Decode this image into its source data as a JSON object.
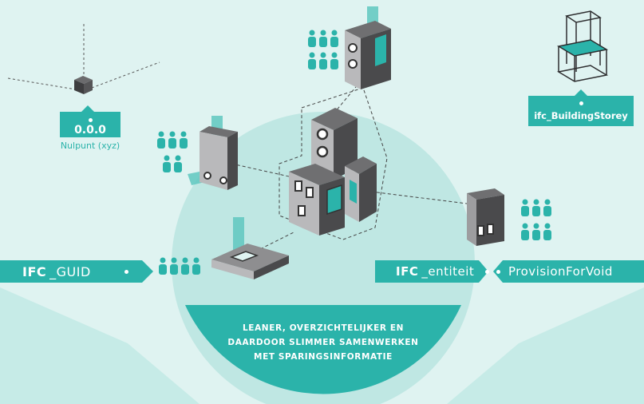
{
  "origin": {
    "code": "0.0.0",
    "caption": "Nulpunt (xyz)"
  },
  "storey": {
    "label": "ifc_BuildingStorey"
  },
  "guid_tag": {
    "bold": "IFC",
    "rest": "_GUID"
  },
  "entity_tag": {
    "bold": "IFC",
    "rest": "_entiteit"
  },
  "void_tag": {
    "text": "ProvisionForVoid"
  },
  "center_caption": {
    "line1": "LEANER, OVERZICHTELIJKER EN",
    "line2": "DAARDOOR SLIMMER SAMENWERKEN",
    "line3": "MET SPARINGSINFORMATIE"
  },
  "colors": {
    "teal": "#2bb3aa",
    "light_bg": "#dff3f1",
    "circle": "#bfe7e3",
    "dark": "#3d3d3f"
  }
}
